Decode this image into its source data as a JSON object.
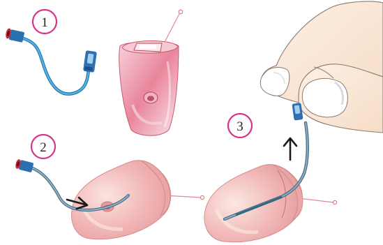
{
  "steps": [
    {
      "number": "1"
    },
    {
      "number": "2"
    },
    {
      "number": "3"
    }
  ],
  "colors": {
    "step_circle": "#d6338a",
    "tube": "#3f9bd0",
    "tube_dark": "#5b7f95",
    "connector": "#2f6fb3",
    "cap": "#c8283a",
    "ear_tip": "#f1c0c3",
    "shell": "#e88a9c",
    "finger": "#f9e6d6",
    "arrow": "#1a1a1a"
  },
  "icons": [
    "cable-icon",
    "earpiece-shell-icon",
    "up-arrow-icon",
    "right-arrow-icon",
    "finger-icon"
  ]
}
